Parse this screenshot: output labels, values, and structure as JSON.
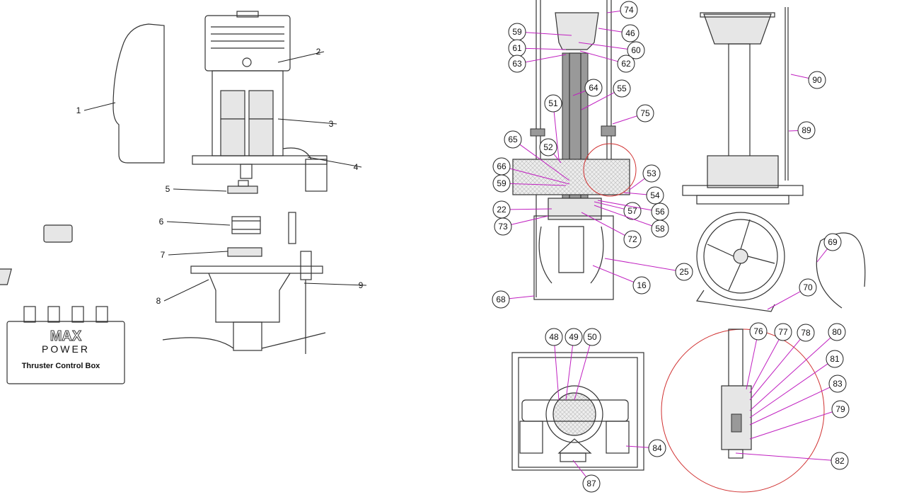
{
  "left_labels": [
    "1",
    "2",
    "3",
    "4",
    "5",
    "6",
    "7",
    "8",
    "9"
  ],
  "control_box": {
    "logo_top": "MAX",
    "logo_bottom": "POWER",
    "title": "Thruster Control Box"
  },
  "callouts": [
    "74",
    "46",
    "59",
    "60",
    "61",
    "62",
    "63",
    "64",
    "55",
    "51",
    "75",
    "65",
    "52",
    "66",
    "59",
    "53",
    "54",
    "22",
    "57",
    "56",
    "73",
    "58",
    "72",
    "25",
    "16",
    "68",
    "90",
    "89",
    "69",
    "70",
    "48",
    "49",
    "50",
    "84",
    "87",
    "76",
    "77",
    "78",
    "80",
    "81",
    "83",
    "79",
    "82"
  ],
  "colors": {
    "leader": "#c020c0",
    "detail_circle": "#d03030"
  }
}
